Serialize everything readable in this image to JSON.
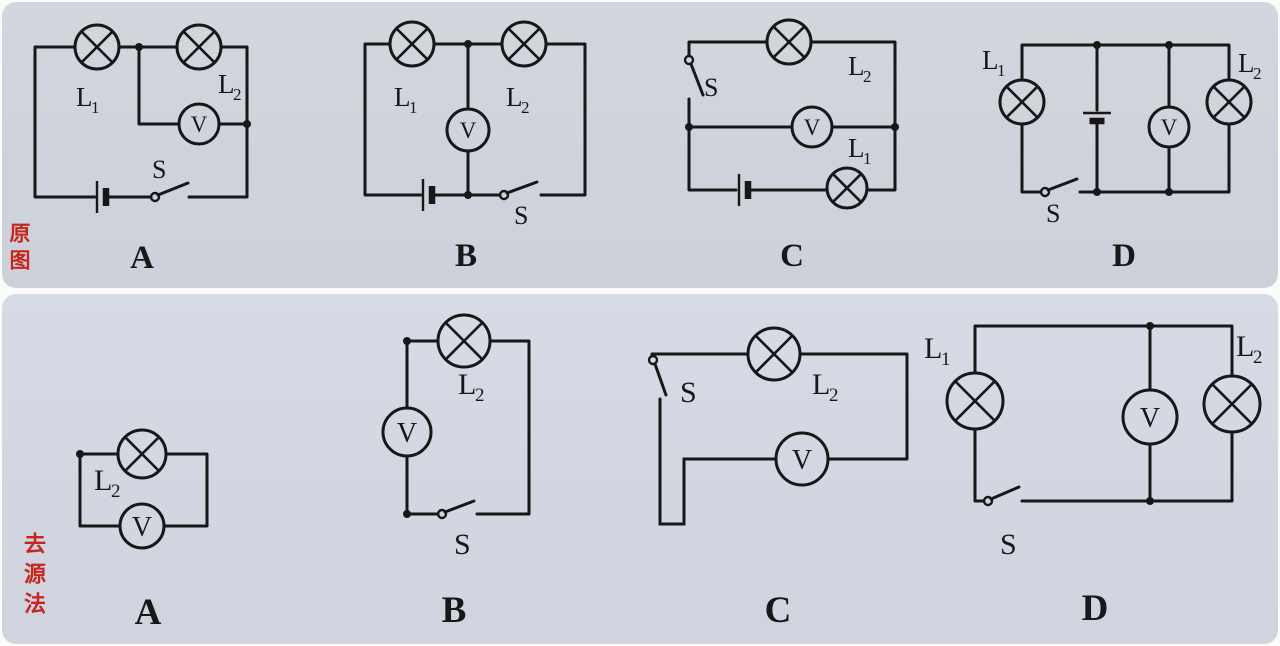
{
  "colors": {
    "ink": "#171717",
    "annotation_red": "#c8251f",
    "panel_top_bg": "#d1d4dc",
    "panel_bottom_bg": "#d4d8e2"
  },
  "annotations": {
    "top": "原图",
    "bottom": "去源法"
  },
  "original": {
    "a": {
      "letter": "A",
      "l1": "L",
      "l1s": "1",
      "l2": "L",
      "l2s": "2",
      "v": "V",
      "s": "S"
    },
    "b": {
      "letter": "B",
      "l1": "L",
      "l1s": "1",
      "l2": "L",
      "l2s": "2",
      "v": "V",
      "s": "S"
    },
    "c": {
      "letter": "C",
      "l1": "L",
      "l1s": "1",
      "l2": "L",
      "l2s": "2",
      "v": "V",
      "s": "S"
    },
    "d": {
      "letter": "D",
      "l1": "L",
      "l1s": "1",
      "l2": "L",
      "l2s": "2",
      "v": "V",
      "s": "S"
    }
  },
  "simplified": {
    "a": {
      "letter": "A",
      "l2": "L",
      "l2s": "2",
      "v": "V"
    },
    "b": {
      "letter": "B",
      "l2": "L",
      "l2s": "2",
      "v": "V",
      "s": "S"
    },
    "c": {
      "letter": "C",
      "l2": "L",
      "l2s": "2",
      "v": "V",
      "s": "S"
    },
    "d": {
      "letter": "D",
      "l1": "L",
      "l1s": "1",
      "l2": "L",
      "l2s": "2",
      "v": "V",
      "s": "S"
    }
  }
}
